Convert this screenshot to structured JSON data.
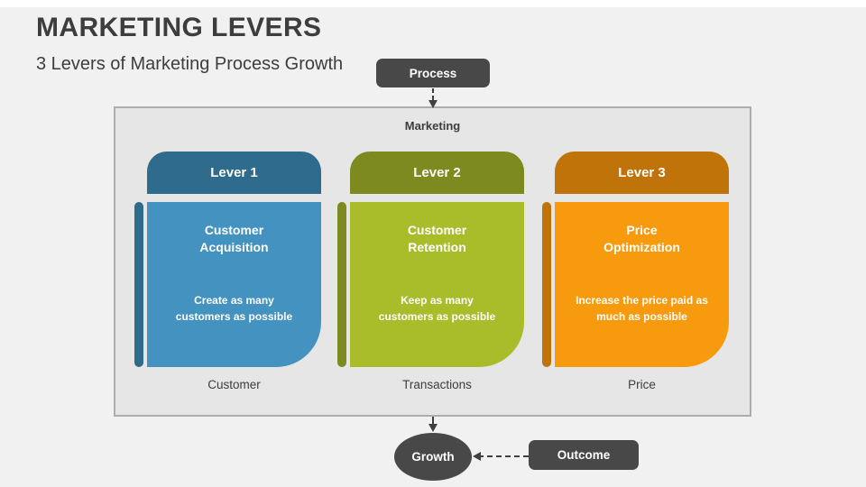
{
  "slide": {
    "title": "MARKETING LEVERS",
    "subtitle": "3 Levers of Marketing Process Growth"
  },
  "process_node": {
    "label": "Process"
  },
  "marketing_container": {
    "label": "Marketing"
  },
  "levers": [
    {
      "tab": "Lever 1",
      "title": "Customer\nAcquisition",
      "description": "Create as many\ncustomers as possible",
      "footer": "Customer",
      "colors": {
        "header": "#2E6B8C",
        "body": "#4492C0",
        "bar": "#2E6B8C"
      }
    },
    {
      "tab": "Lever 2",
      "title": "Customer\nRetention",
      "description": "Keep as many\ncustomers as possible",
      "footer": "Transactions",
      "colors": {
        "header": "#7C8A20",
        "body": "#A9BD2B",
        "bar": "#7C8A20"
      }
    },
    {
      "tab": "Lever 3",
      "title": "Price\nOptimization",
      "description": "Increase the price paid as\nmuch as possible",
      "footer": "Price",
      "colors": {
        "header": "#BF7308",
        "body": "#F89A0E",
        "bar": "#BF7308"
      }
    }
  ],
  "growth_node": {
    "label": "Growth"
  },
  "outcome_node": {
    "label": "Outcome"
  },
  "theme": {
    "background": "#F1F1F1",
    "node_fill": "#484848",
    "box_fill": "#E6E6E6",
    "box_border": "#ADADAD",
    "text_dark": "#3D3D3D",
    "arrow_color": "#3F3F3F"
  }
}
